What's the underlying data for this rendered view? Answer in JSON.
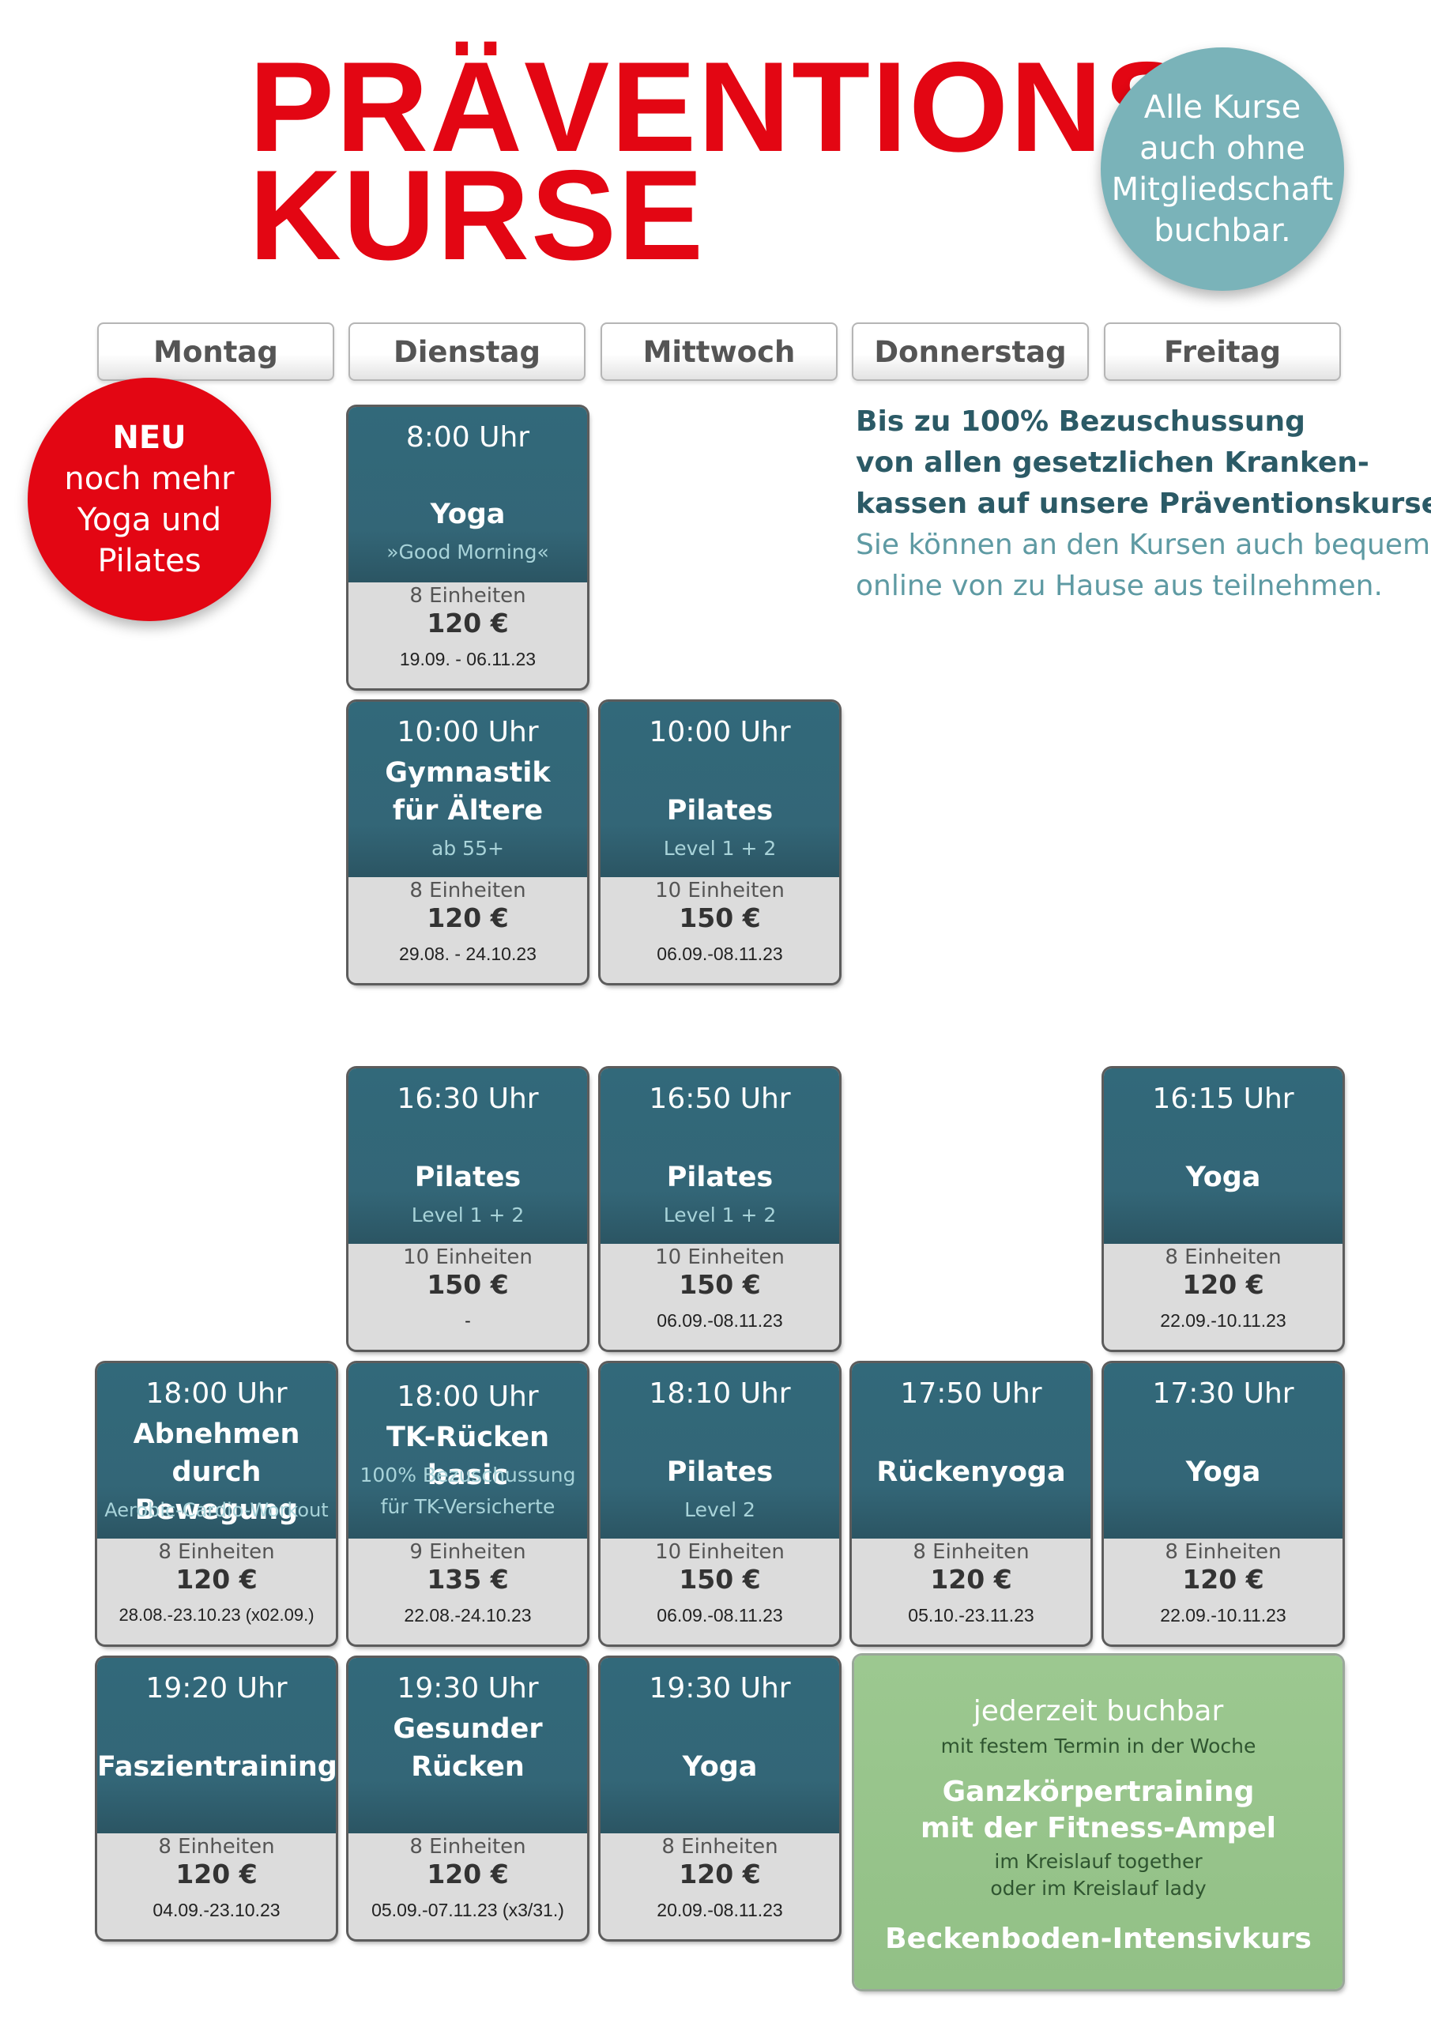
{
  "title": {
    "line1": "PRÄVENTIONS-",
    "line2": "KURSE"
  },
  "badge_membership": {
    "line1": "Alle Kurse",
    "line2": "auch ohne",
    "line3": "Mitgliedschaft",
    "line4": "buchbar."
  },
  "badge_new": {
    "line1": "NEU",
    "line2": "noch mehr",
    "line3": "Yoga und",
    "line4": "Pilates"
  },
  "days": [
    "Montag",
    "Dienstag",
    "Mittwoch",
    "Donnerstag",
    "Freitag"
  ],
  "info": {
    "bold": [
      "Bis zu 100% Bezuschussung",
      "von allen gesetzlichen Kranken-",
      "kassen auf unsere Präventionskurse."
    ],
    "light": [
      "Sie können an den Kursen auch bequem",
      "online von zu Hause aus teilnehmen."
    ]
  },
  "courses": [
    {
      "time": "8:00 Uhr",
      "name": [
        "Yoga"
      ],
      "sub": [
        "»Good Morning«"
      ],
      "units": "8 Einheiten",
      "price": "120 €",
      "dates": "19.09. - 06.11.23"
    },
    {
      "time": "10:00 Uhr",
      "name": [
        "Gymnastik",
        "für Ältere"
      ],
      "sub": [
        "ab 55+"
      ],
      "units": "8 Einheiten",
      "price": "120 €",
      "dates": "29.08. - 24.10.23"
    },
    {
      "time": "10:00 Uhr",
      "name": [
        "Pilates"
      ],
      "sub": [
        "Level 1 + 2"
      ],
      "units": "10 Einheiten",
      "price": "150 €",
      "dates": "06.09.-08.11.23"
    },
    {
      "time": "16:30 Uhr",
      "name": [
        "Pilates"
      ],
      "sub": [
        "Level 1 + 2"
      ],
      "units": "10 Einheiten",
      "price": "150 €",
      "dates": "-"
    },
    {
      "time": "16:50 Uhr",
      "name": [
        "Pilates"
      ],
      "sub": [
        "Level 1 + 2"
      ],
      "units": "10 Einheiten",
      "price": "150 €",
      "dates": "06.09.-08.11.23"
    },
    {
      "time": "16:15 Uhr",
      "name": [
        "Yoga"
      ],
      "sub": [],
      "units": "8 Einheiten",
      "price": "120 €",
      "dates": "22.09.-10.11.23"
    },
    {
      "time": "18:00 Uhr",
      "name": [
        "Abnehmen",
        "durch Bewegung"
      ],
      "sub": [
        "Aerobic-Cardio-Workout"
      ],
      "units": "8 Einheiten",
      "price": "120 €",
      "dates": "28.08.-23.10.23 (x02.09.)"
    },
    {
      "time": "18:00 Uhr",
      "name": [
        "TK-Rücken basic"
      ],
      "sub": [
        "100% Bezuschussung",
        "für TK-Versicherte"
      ],
      "units": "9 Einheiten",
      "price": "135 €",
      "dates": "22.08.-24.10.23"
    },
    {
      "time": "18:10 Uhr",
      "name": [
        "Pilates"
      ],
      "sub": [
        "Level 2"
      ],
      "units": "10 Einheiten",
      "price": "150 €",
      "dates": "06.09.-08.11.23"
    },
    {
      "time": "17:50 Uhr",
      "name": [
        "Rückenyoga"
      ],
      "sub": [],
      "units": "8 Einheiten",
      "price": "120 €",
      "dates": "05.10.-23.11.23"
    },
    {
      "time": "17:30 Uhr",
      "name": [
        "Yoga"
      ],
      "sub": [],
      "units": "8 Einheiten",
      "price": "120 €",
      "dates": "22.09.-10.11.23"
    },
    {
      "time": "19:20 Uhr",
      "name": [
        "Faszientraining"
      ],
      "sub": [],
      "units": "8 Einheiten",
      "price": "120 €",
      "dates": "04.09.-23.10.23"
    },
    {
      "time": "19:30 Uhr",
      "name": [
        "Gesunder",
        "Rücken"
      ],
      "sub": [],
      "units": "8 Einheiten",
      "price": "120 €",
      "dates": "05.09.-07.11.23 (x3/31.)"
    },
    {
      "time": "19:30 Uhr",
      "name": [
        "Yoga"
      ],
      "sub": [],
      "units": "8 Einheiten",
      "price": "120 €",
      "dates": "20.09.-08.11.23"
    }
  ],
  "green_box": {
    "line1": "jederzeit buchbar",
    "line2": "mit festem Termin in der Woche",
    "line3": "Ganzkörpertraining",
    "line4": "mit der Fitness-Ampel",
    "line5": "im Kreislauf together",
    "line6": "oder im Kreislauf lady",
    "line7": "Beckenboden-Intensivkurs"
  },
  "colors": {
    "red": "#e30613",
    "teal_dark": "#336677",
    "teal_light": "#7ab3b9",
    "green": "#96c48a"
  }
}
